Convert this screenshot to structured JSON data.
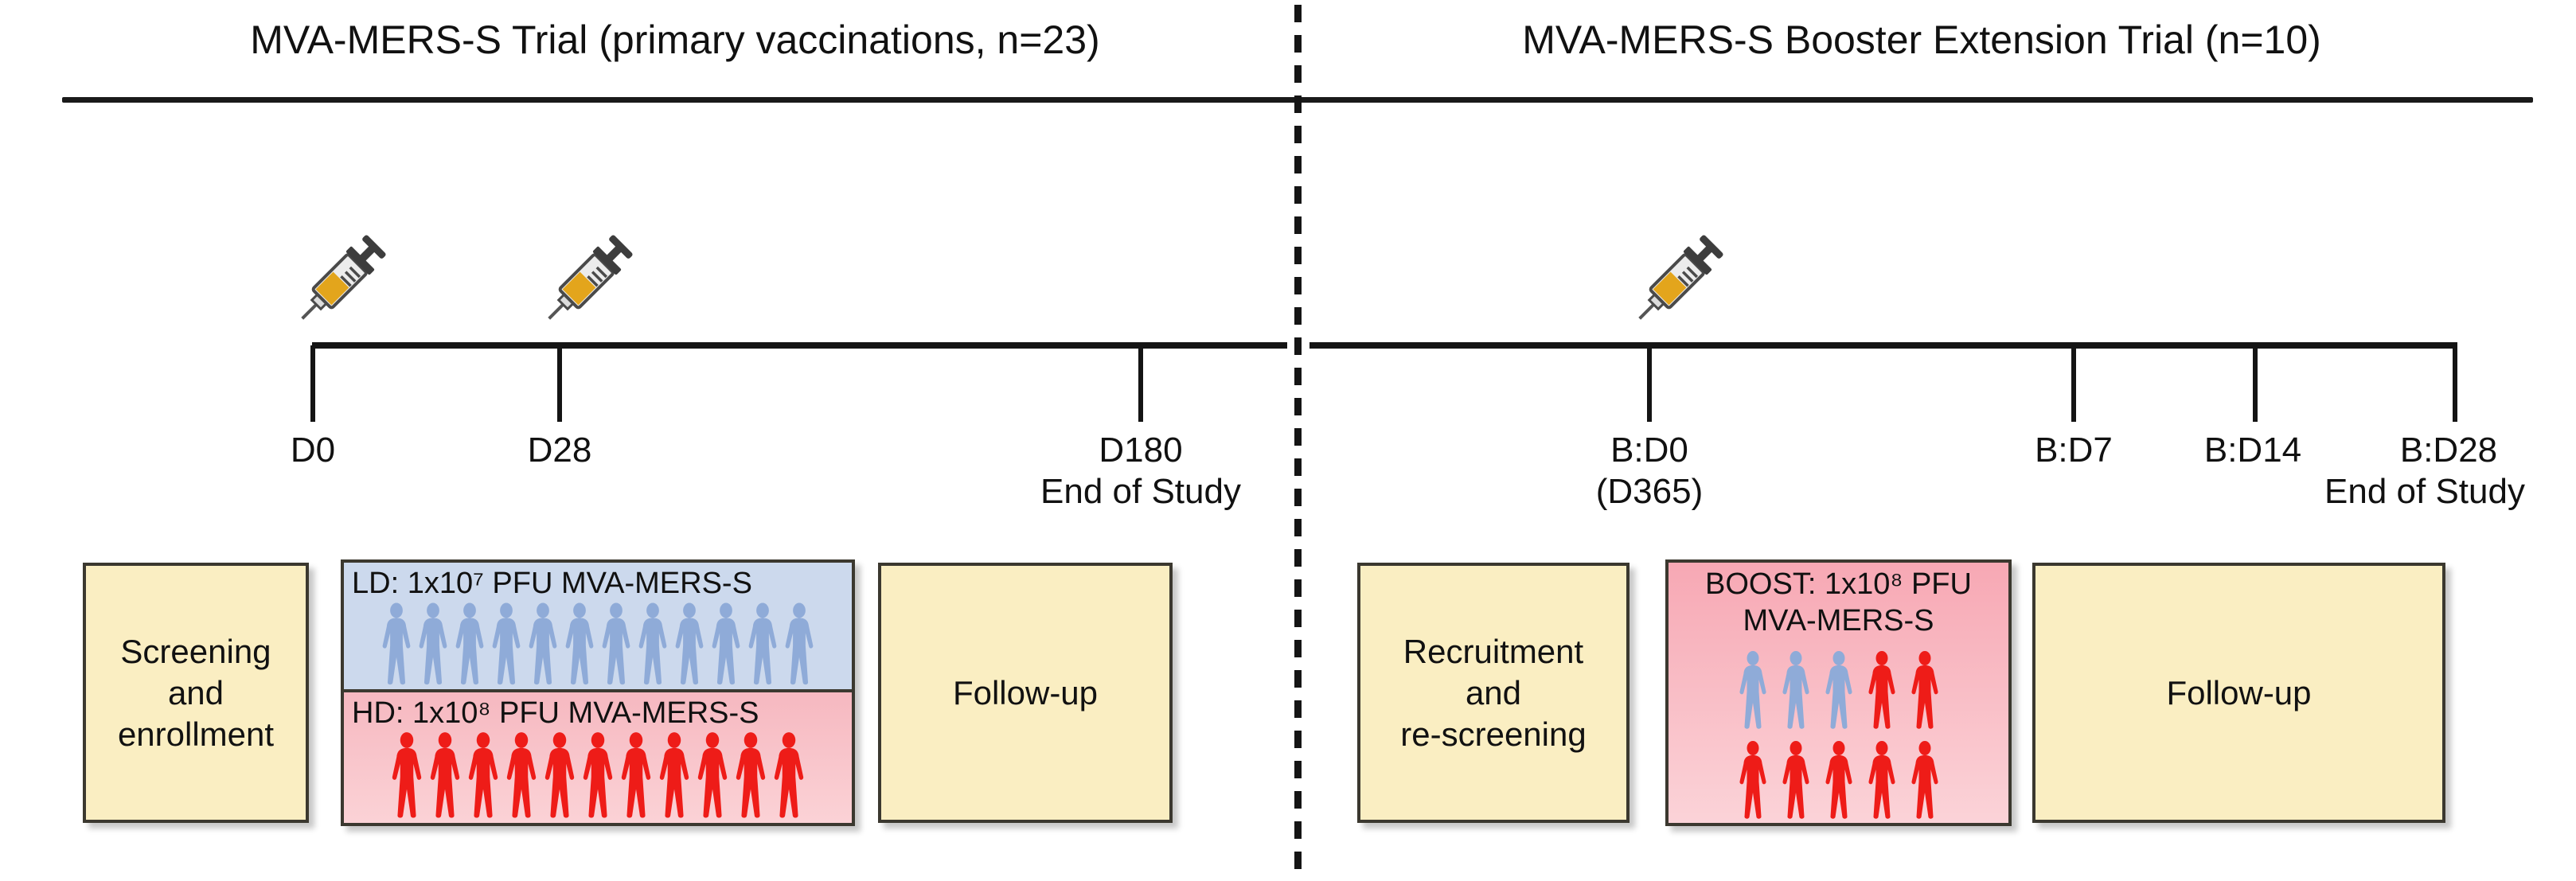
{
  "figure": {
    "type": "clinical-trial-timeline-schematic",
    "divider": "dashed-vertical"
  },
  "titles": {
    "left": "MVA-MERS-S Trial (primary vaccinations, n=23)",
    "right": "MVA-MERS-S Booster Extension Trial (n=10)"
  },
  "timeline_left": {
    "ticks": [
      {
        "label": "D0",
        "sub": ""
      },
      {
        "label": "D28",
        "sub": ""
      },
      {
        "label": "D180",
        "sub": "End of Study"
      }
    ],
    "syringes": [
      {
        "at": "D0"
      },
      {
        "at": "D28"
      }
    ]
  },
  "timeline_right": {
    "ticks": [
      {
        "label": "B:D0",
        "sub": "(D365)"
      },
      {
        "label": "B:D7",
        "sub": ""
      },
      {
        "label": "B:D14",
        "sub": ""
      },
      {
        "label": "B:D28",
        "sub": "End of Study"
      }
    ],
    "syringes": [
      {
        "at": "B:D0"
      }
    ]
  },
  "boxes": {
    "screening": {
      "label": "Screening\nand\nenrollment"
    },
    "followup_left": {
      "label": "Follow-up"
    },
    "recruitment": {
      "label": "Recruitment\nand\nre-screening"
    },
    "followup_right": {
      "label": "Follow-up"
    }
  },
  "dose_groups": {
    "primary": {
      "panels": [
        {
          "id": "ld",
          "title": "LD: 1x10⁷ PFU MVA-MERS-S",
          "people": [
            {
              "color": "blue"
            },
            {
              "color": "blue"
            },
            {
              "color": "blue"
            },
            {
              "color": "blue"
            },
            {
              "color": "blue"
            },
            {
              "color": "blue"
            },
            {
              "color": "blue"
            },
            {
              "color": "blue"
            },
            {
              "color": "blue"
            },
            {
              "color": "blue"
            },
            {
              "color": "blue"
            },
            {
              "color": "blue"
            }
          ],
          "count": 12
        },
        {
          "id": "hd",
          "title": "HD: 1x10⁸ PFU MVA-MERS-S",
          "people": [
            {
              "color": "red"
            },
            {
              "color": "red"
            },
            {
              "color": "red"
            },
            {
              "color": "red"
            },
            {
              "color": "red"
            },
            {
              "color": "red"
            },
            {
              "color": "red"
            },
            {
              "color": "red"
            },
            {
              "color": "red"
            },
            {
              "color": "red"
            },
            {
              "color": "red"
            }
          ],
          "count": 11
        }
      ]
    },
    "boost": {
      "title": "BOOST: 1x10⁸ PFU\nMVA-MERS-S",
      "rows": [
        {
          "people": [
            {
              "color": "blue"
            },
            {
              "color": "blue"
            },
            {
              "color": "blue"
            },
            {
              "color": "red"
            },
            {
              "color": "red"
            }
          ]
        },
        {
          "people": [
            {
              "color": "red"
            },
            {
              "color": "red"
            },
            {
              "color": "red"
            },
            {
              "color": "red"
            },
            {
              "color": "red"
            }
          ]
        }
      ],
      "count": 10
    }
  },
  "colors": {
    "box_fill": "#faeec2",
    "box_border": "#3b382f",
    "ld_panel": "#ccd9ed",
    "hd_panel": "#f7bcc4",
    "boost_panel": "#f7a8b4",
    "person_blue": "#8fabd8",
    "person_red": "#ee1c18",
    "line": "#141414",
    "syringe_liquid": "#e3a51c",
    "syringe_body": "#e8e8e8",
    "syringe_outline": "#4a4a4a"
  }
}
